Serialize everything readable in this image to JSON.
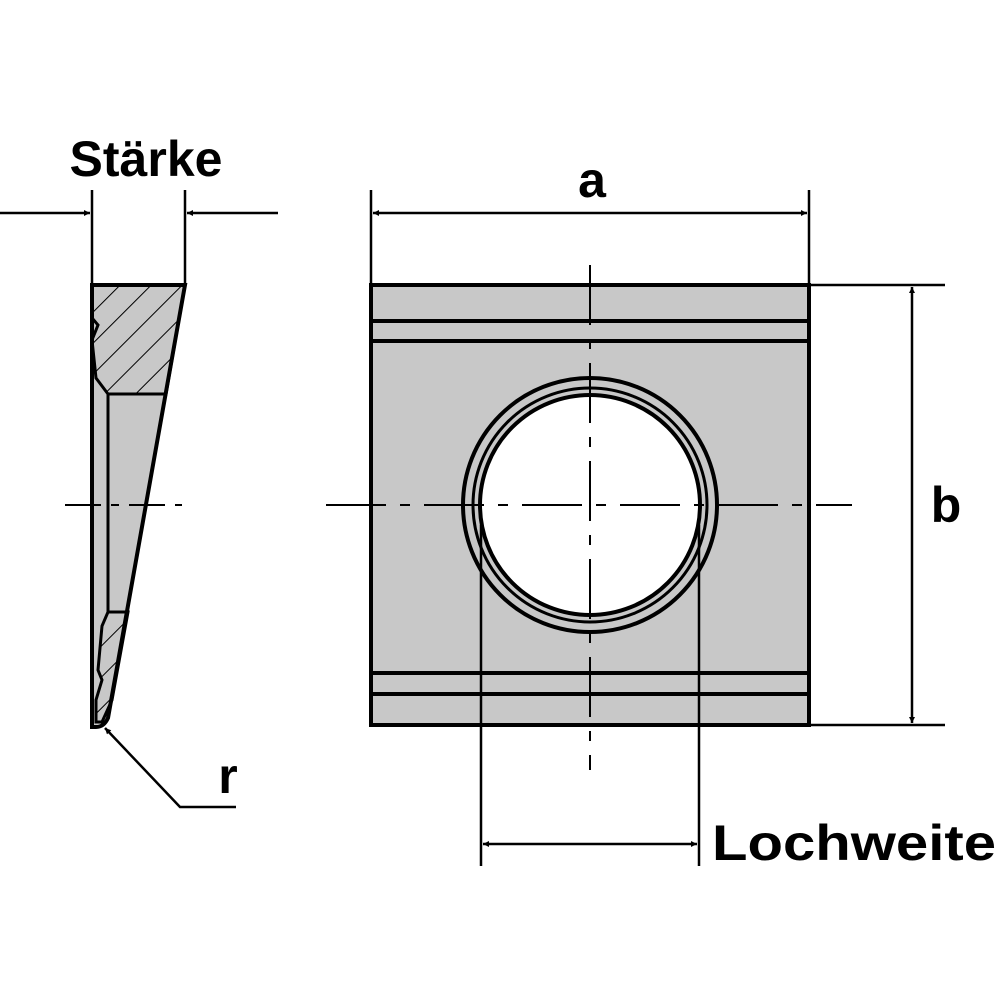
{
  "labels": {
    "thickness": "Stärke",
    "width_a": "a",
    "height_b": "b",
    "radius": "r",
    "hole_width": "Lochweite"
  },
  "colors": {
    "fill": "#c8c8c8",
    "line": "#000000",
    "background": "#ffffff"
  }
}
